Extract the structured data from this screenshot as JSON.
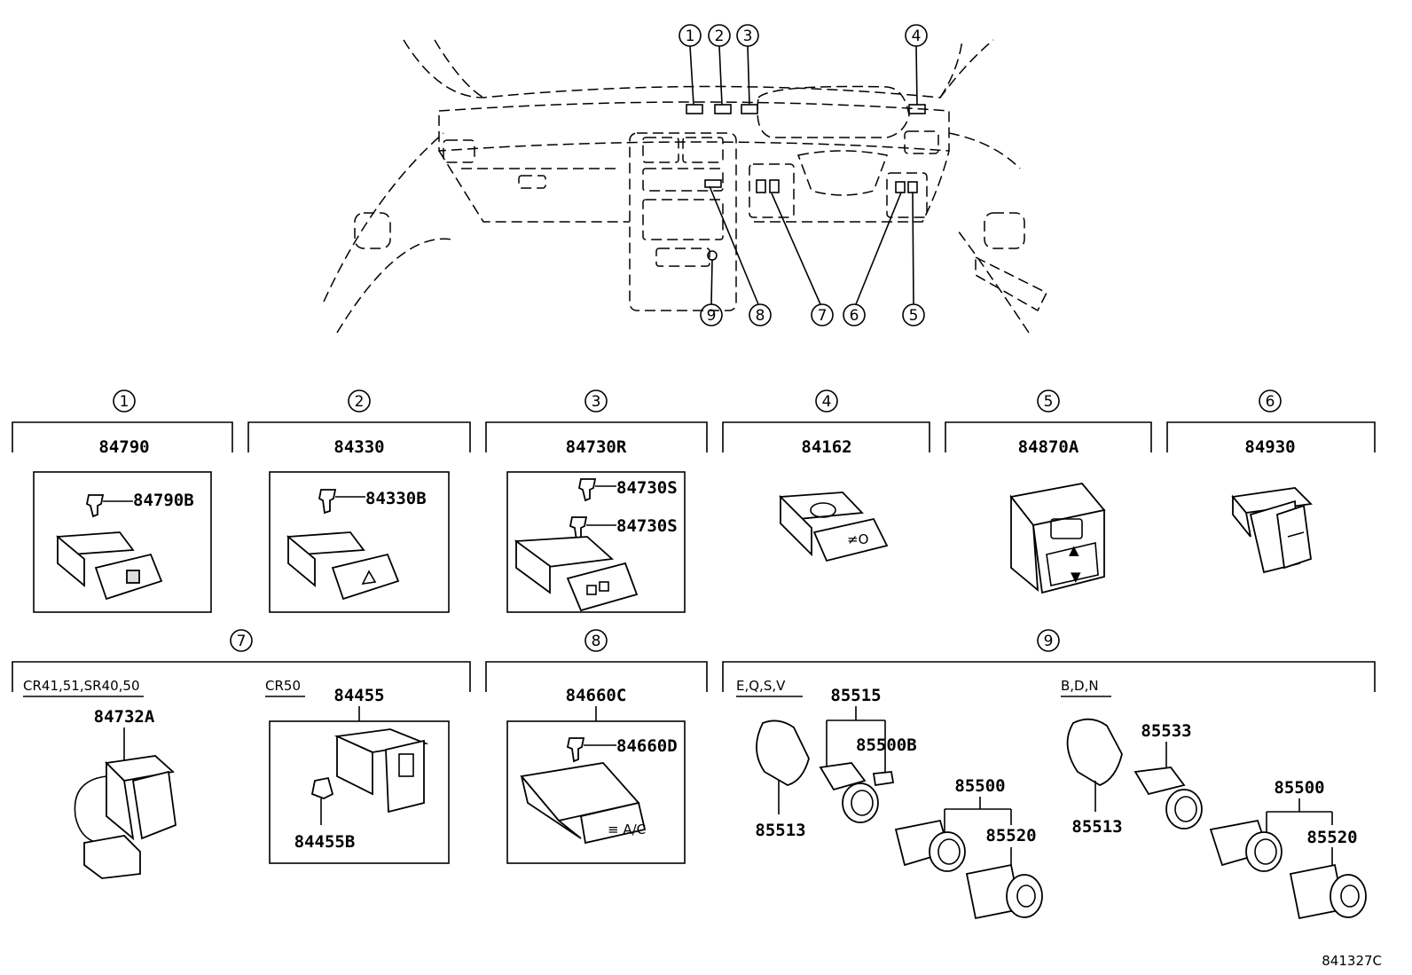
{
  "overview": {
    "callouts": [
      "1",
      "2",
      "3",
      "4",
      "5",
      "6",
      "7",
      "8",
      "9"
    ]
  },
  "sections": [
    {
      "num": "1",
      "part": "84790",
      "subs": [
        "84790B"
      ]
    },
    {
      "num": "2",
      "part": "84330",
      "subs": [
        "84330B"
      ]
    },
    {
      "num": "3",
      "part": "84730R",
      "subs": [
        "84730S",
        "84730S"
      ]
    },
    {
      "num": "4",
      "part": "84162",
      "subs": []
    },
    {
      "num": "5",
      "part": "84870A",
      "subs": []
    },
    {
      "num": "6",
      "part": "84930",
      "subs": []
    },
    {
      "num": "7",
      "variants": [
        "CR41,51,SR40,50",
        "CR50"
      ],
      "parts": [
        "84732A",
        "84455",
        "84455B"
      ]
    },
    {
      "num": "8",
      "part": "84660C",
      "subs": [
        "84660D"
      ]
    },
    {
      "num": "9",
      "variants": [
        "E,Q,S,V",
        "B,D,N"
      ],
      "parts_left": [
        "85515",
        "85500B",
        "85513",
        "85500",
        "85520"
      ],
      "parts_right": [
        "85533",
        "85513",
        "85500",
        "85520"
      ]
    }
  ],
  "diagram_code": "841327C"
}
